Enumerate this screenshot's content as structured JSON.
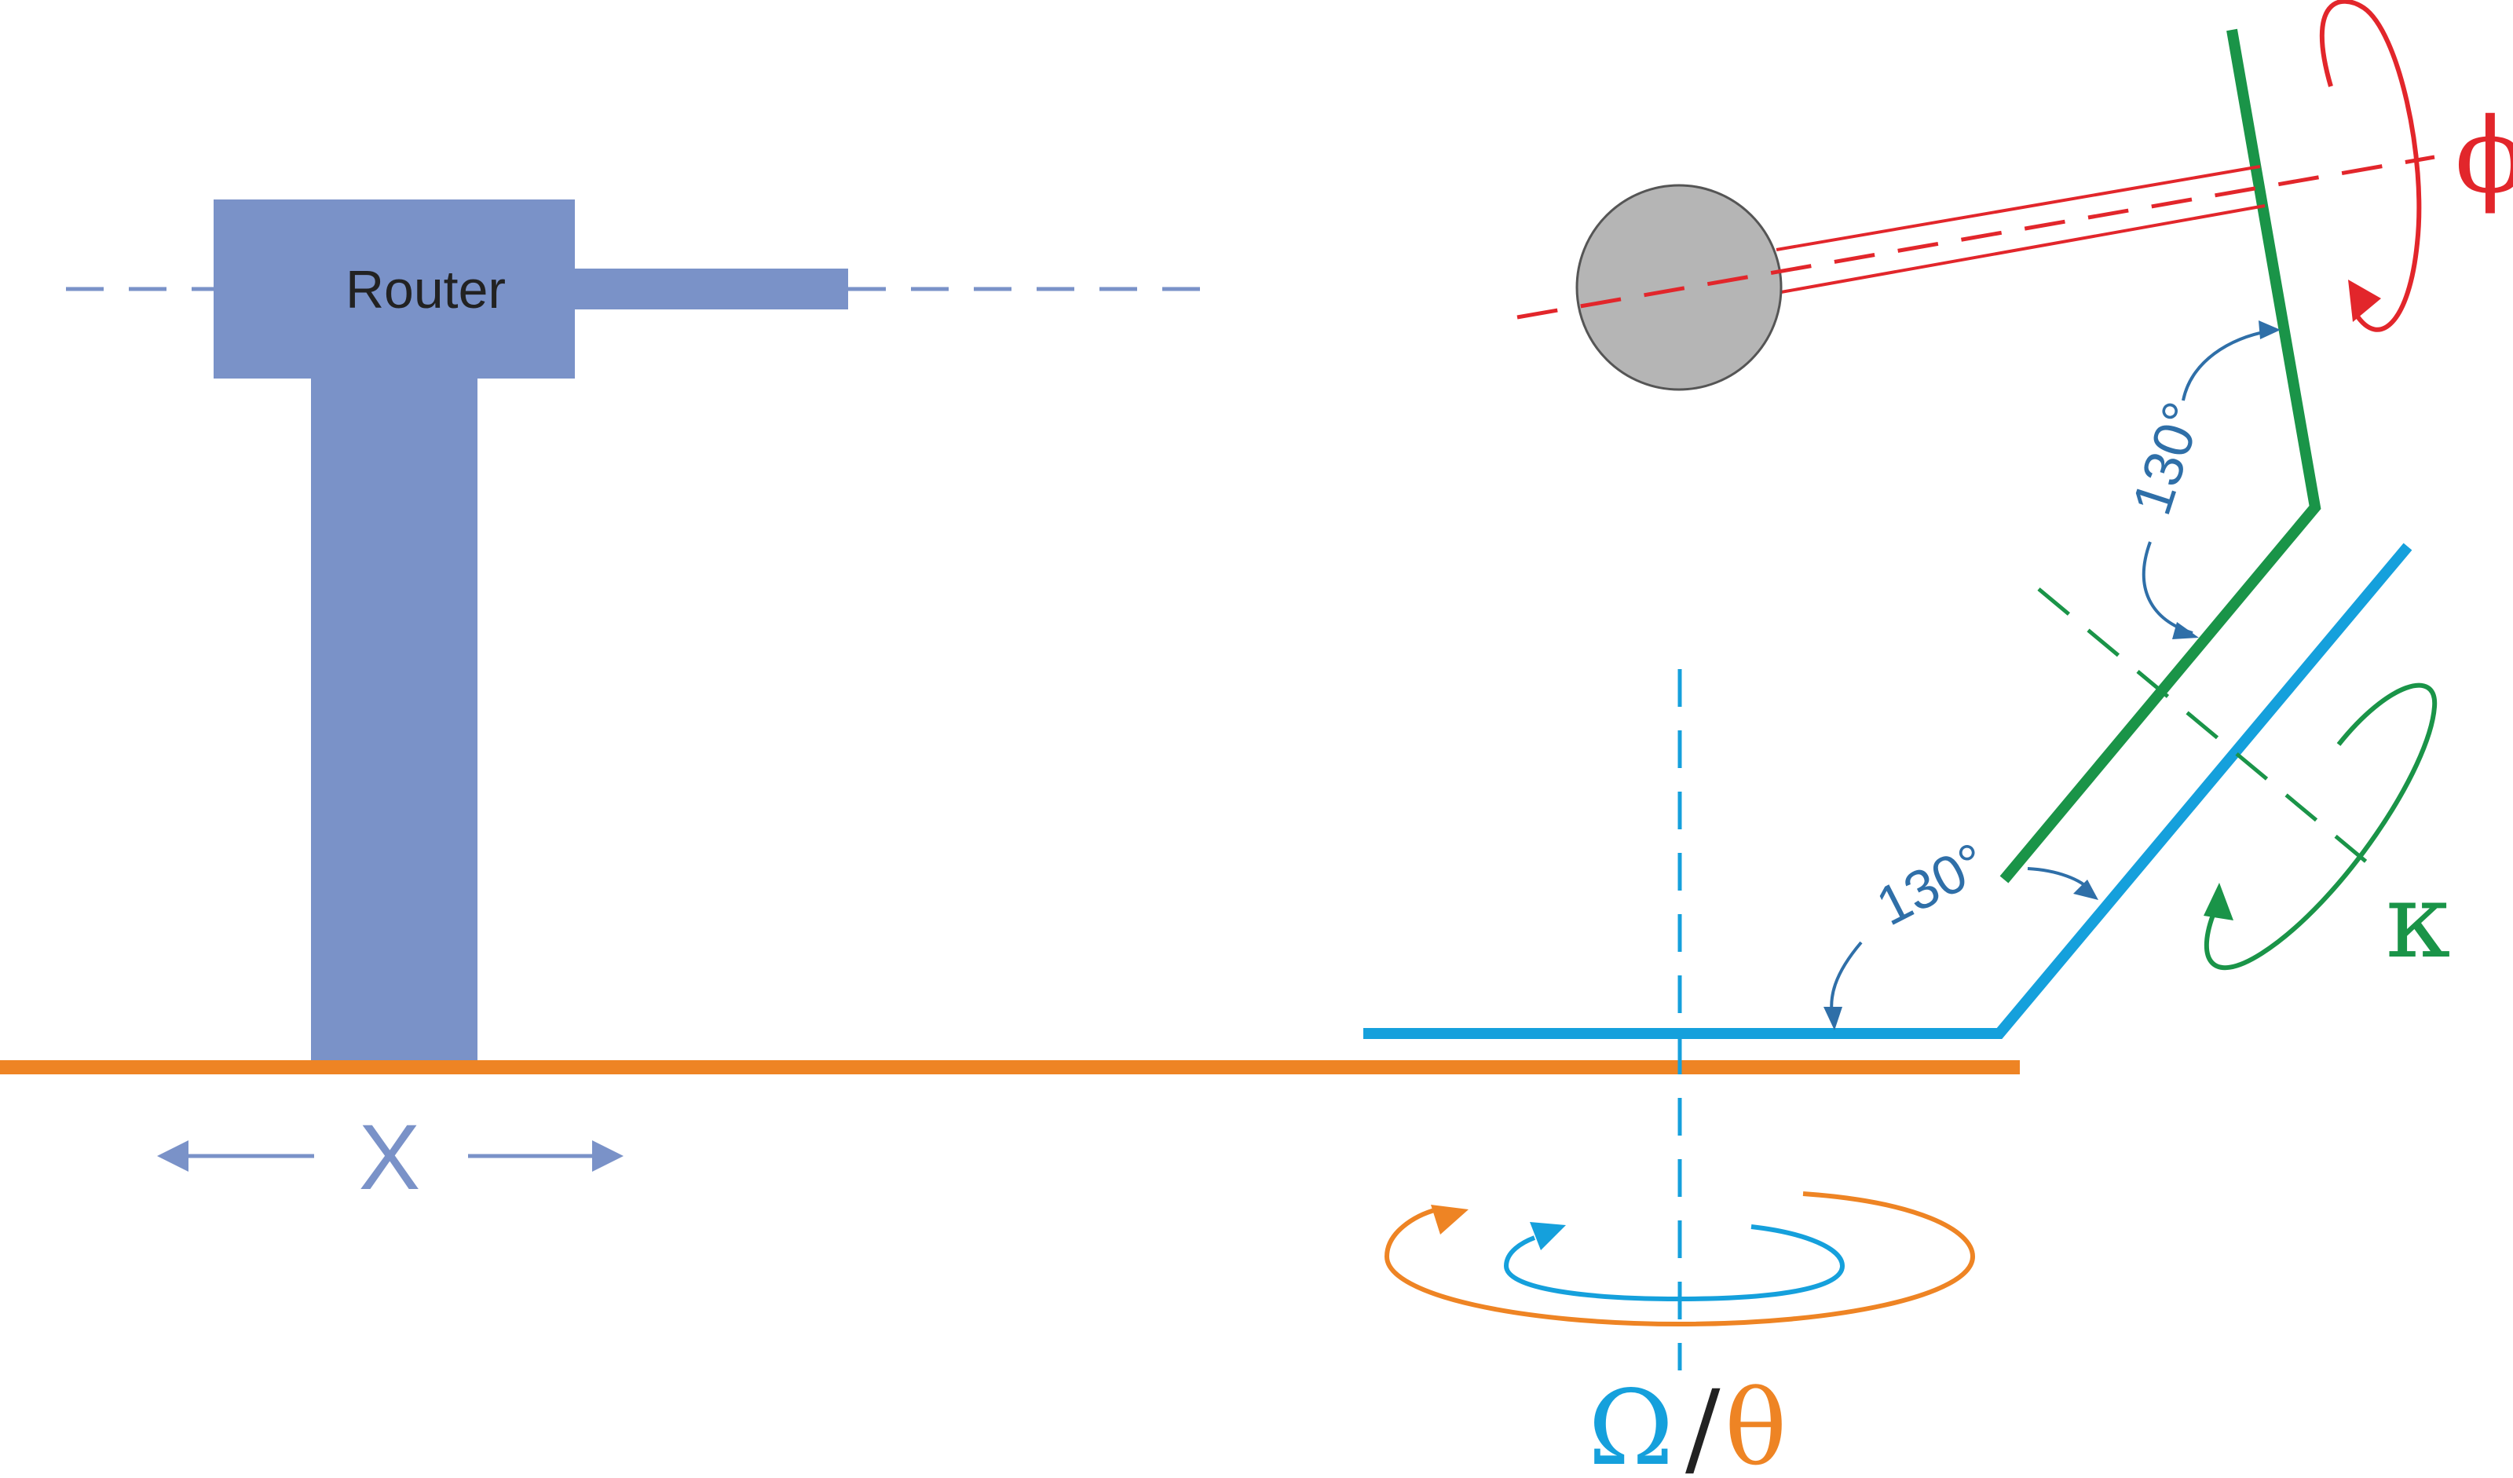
{
  "router": {
    "label": "Router"
  },
  "x_axis": {
    "label": "X"
  },
  "angles": {
    "upper": "130°",
    "lower": "130°"
  },
  "greek": {
    "phi": "ϕ",
    "kappa": "κ",
    "omega": "Ω",
    "slash": "/",
    "theta": "θ"
  },
  "colors": {
    "router": "#7a92c8",
    "floor": "#ee8424",
    "blue_arm": "#15a0dc",
    "green_arm": "#1a9448",
    "red_axis": "#e2262b",
    "angle_mark": "#2f6fa8",
    "sample": "#b5b5b5",
    "black": "#222222"
  }
}
